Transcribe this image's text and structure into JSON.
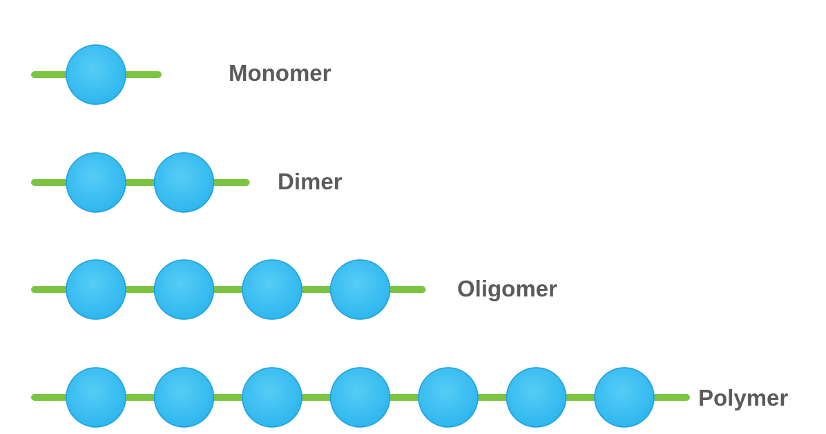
{
  "colors": {
    "bead": "#2fb6ee",
    "bead_highlight": "#55cdf6",
    "bead_edge": "#1aa0dc",
    "link": "#7cc442",
    "label": "#5b5b5b"
  },
  "rows": [
    {
      "label": "Monomer",
      "unit_count": 1
    },
    {
      "label": "Dimer",
      "unit_count": 2
    },
    {
      "label": "Oligomer",
      "unit_count": 4
    },
    {
      "label": "Polymer",
      "unit_count": 7
    }
  ]
}
